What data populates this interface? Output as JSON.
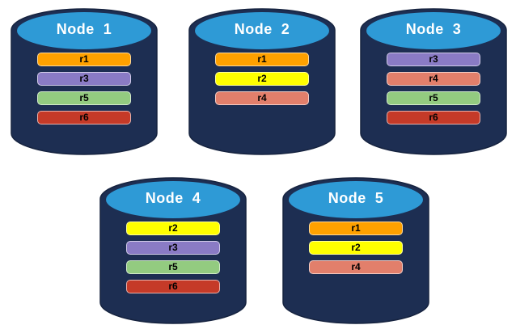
{
  "diagram": {
    "type": "database-replica-distribution",
    "replica_colors": {
      "r1": "#FFA100",
      "r2": "#FFFF00",
      "r3": "#8A7BC5",
      "r4": "#E27F6B",
      "r5": "#93CB80",
      "r6": "#C53A28"
    },
    "cylinder_colors": {
      "body": "#1D2E52",
      "outline": "#16233F",
      "top": "#2E9AD6",
      "title_text": "#FFFFFF",
      "bar_text": "#000000"
    },
    "nodes": [
      {
        "label": "Node  1",
        "replicas": [
          "r1",
          "r3",
          "r5",
          "r6"
        ]
      },
      {
        "label": "Node  2",
        "replicas": [
          "r1",
          "r2",
          "r4"
        ]
      },
      {
        "label": "Node  3",
        "replicas": [
          "r3",
          "r4",
          "r5",
          "r6"
        ]
      },
      {
        "label": "Node  4",
        "replicas": [
          "r2",
          "r3",
          "r5",
          "r6"
        ]
      },
      {
        "label": "Node  5",
        "replicas": [
          "r1",
          "r2",
          "r4"
        ]
      }
    ]
  }
}
